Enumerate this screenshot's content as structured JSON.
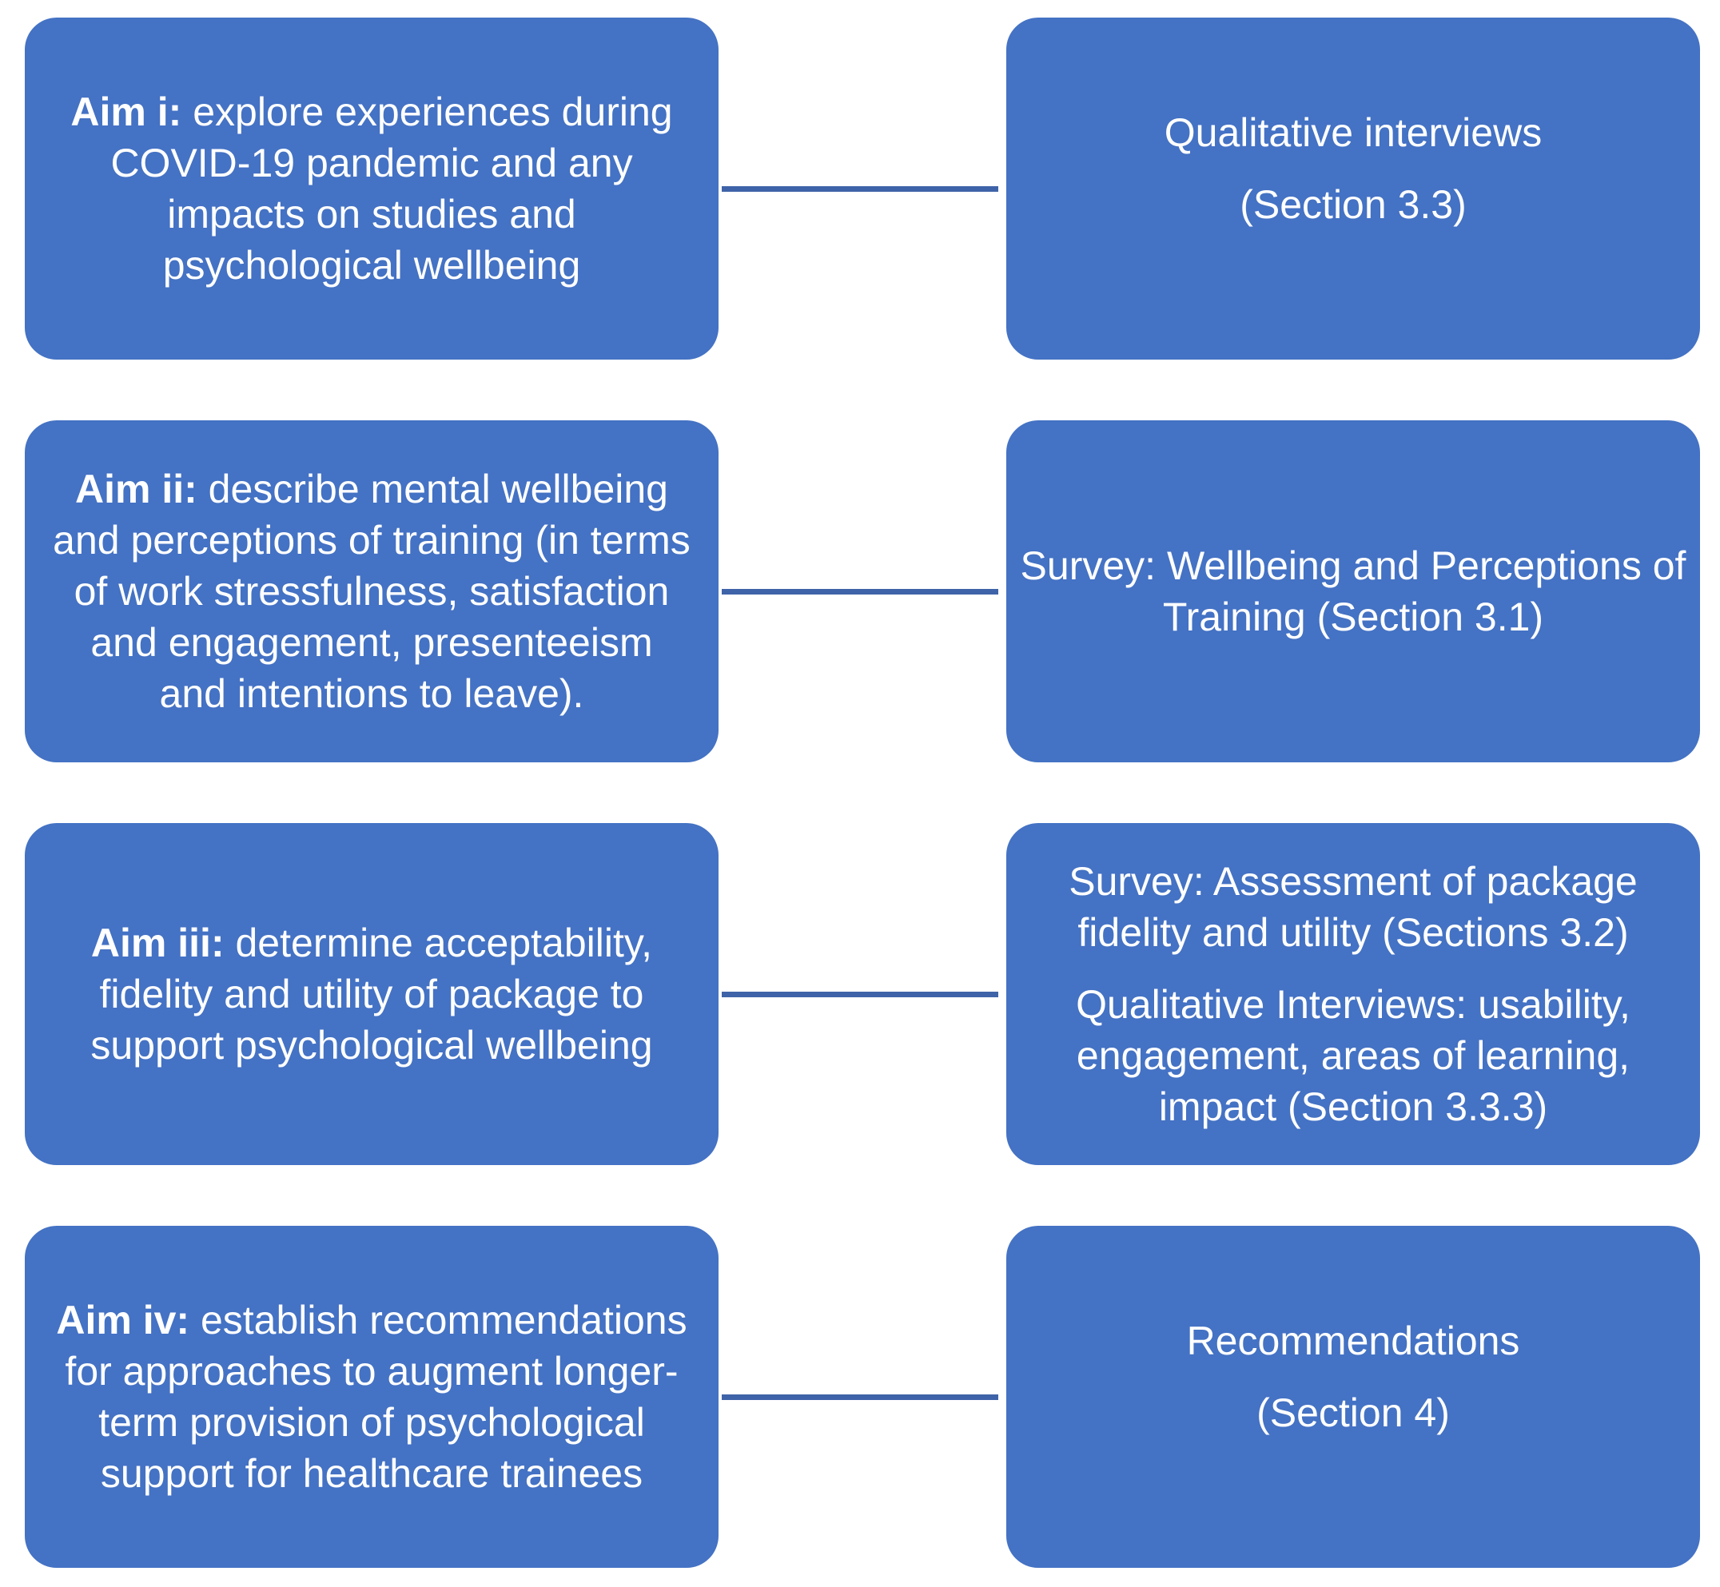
{
  "colors": {
    "box_fill": "#4472c4",
    "connector": "#3f63a8",
    "text": "#ffffff"
  },
  "rows": [
    {
      "aim": {
        "label": "Aim i:",
        "text": " explore experiences during COVID-19 pandemic and any impacts on studies and psychological wellbeing"
      },
      "method": {
        "paragraphs": [
          "Qualitative interviews",
          "(Section 3.3)"
        ]
      }
    },
    {
      "aim": {
        "label": "Aim ii:",
        "text": " describe mental wellbeing and perceptions of training (in terms of work stressfulness, satisfaction and engagement, presenteeism and intentions to leave)."
      },
      "method": {
        "paragraphs": [
          "Survey: Wellbeing and Perceptions of Training (Section 3.1)"
        ]
      }
    },
    {
      "aim": {
        "label": "Aim iii:",
        "text": " determine acceptability, fidelity and utility of package to support psychological wellbeing"
      },
      "method": {
        "paragraphs": [
          "Survey: Assessment of package fidelity and utility (Sections 3.2)",
          "Qualitative Interviews: usability, engagement, areas of learning, impact (Section 3.3.3)"
        ]
      }
    },
    {
      "aim": {
        "label": "Aim iv:",
        "text": " establish recommendations for approaches to augment longer-term provision of psychological support for healthcare trainees"
      },
      "method": {
        "paragraphs": [
          "Recommendations",
          "(Section 4)"
        ]
      }
    }
  ]
}
